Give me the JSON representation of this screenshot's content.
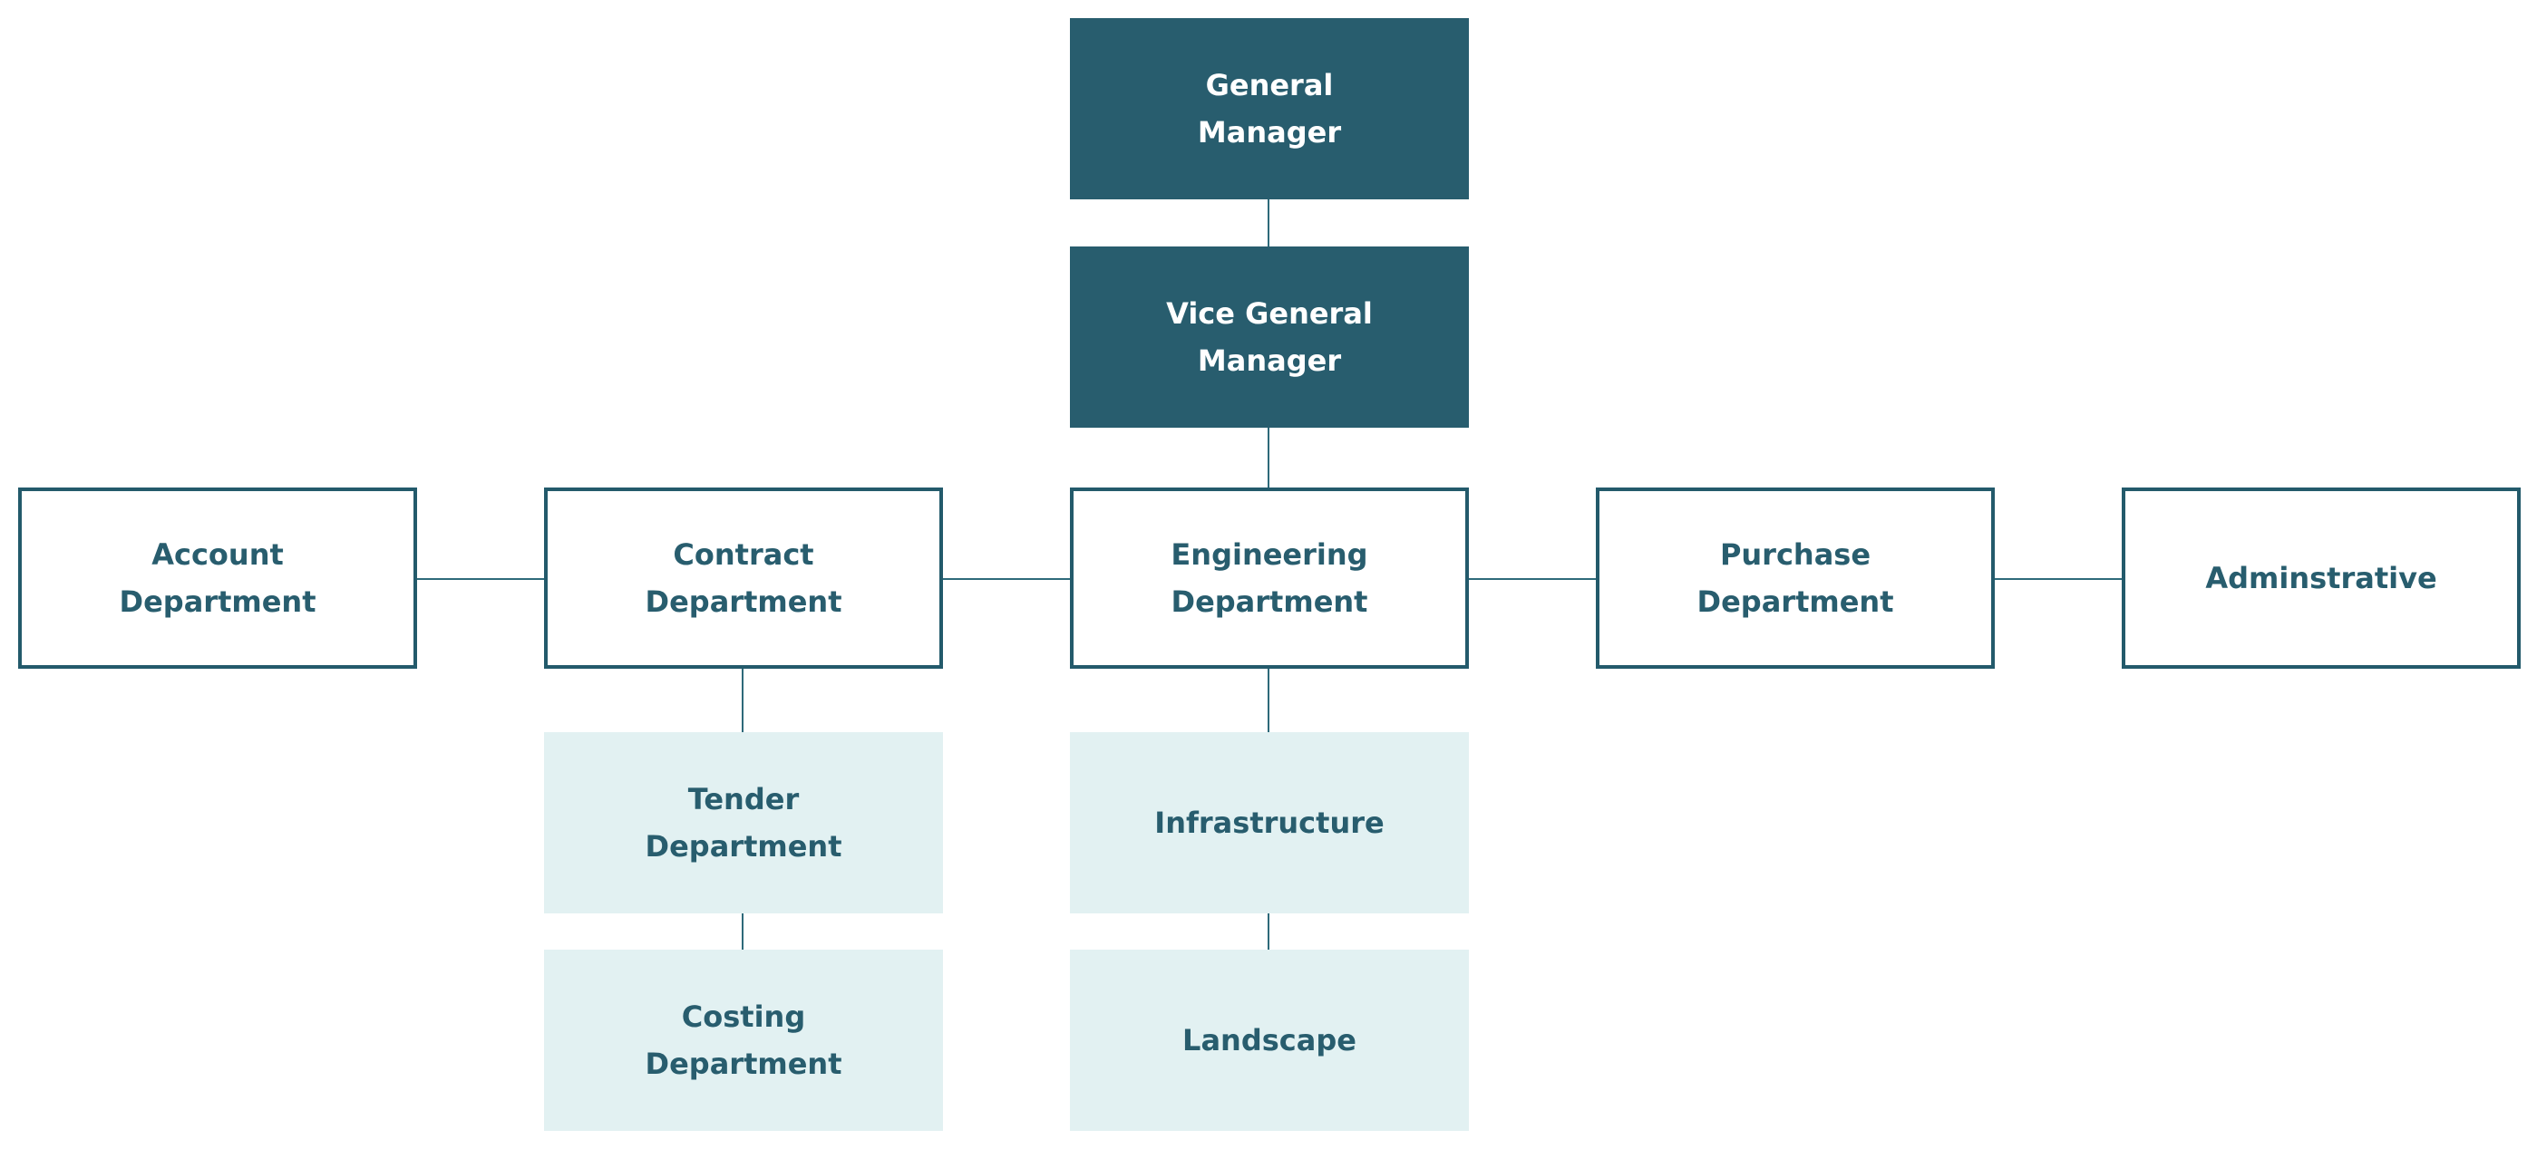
{
  "diagram": {
    "colors": {
      "dark_fill": "#285d6e",
      "outline_border": "#235a6b",
      "light_fill": "#e2f1f2",
      "text_dark": "#285d6e",
      "text_light": "#ffffff",
      "connector": "#2e6a7a"
    },
    "nodes": {
      "general_manager": "General\nManager",
      "vice_general_manager": "Vice General\nManager",
      "account_department": "Account\nDepartment",
      "contract_department": "Contract\nDepartment",
      "engineering_department": "Engineering\nDepartment",
      "purchase_department": "Purchase\nDepartment",
      "adminstrative": "Adminstrative",
      "tender_department": "Tender\nDepartment",
      "costing_department": "Costing\nDepartment",
      "infrastructure": "Infrastructure",
      "landscape": "Landscape"
    }
  }
}
